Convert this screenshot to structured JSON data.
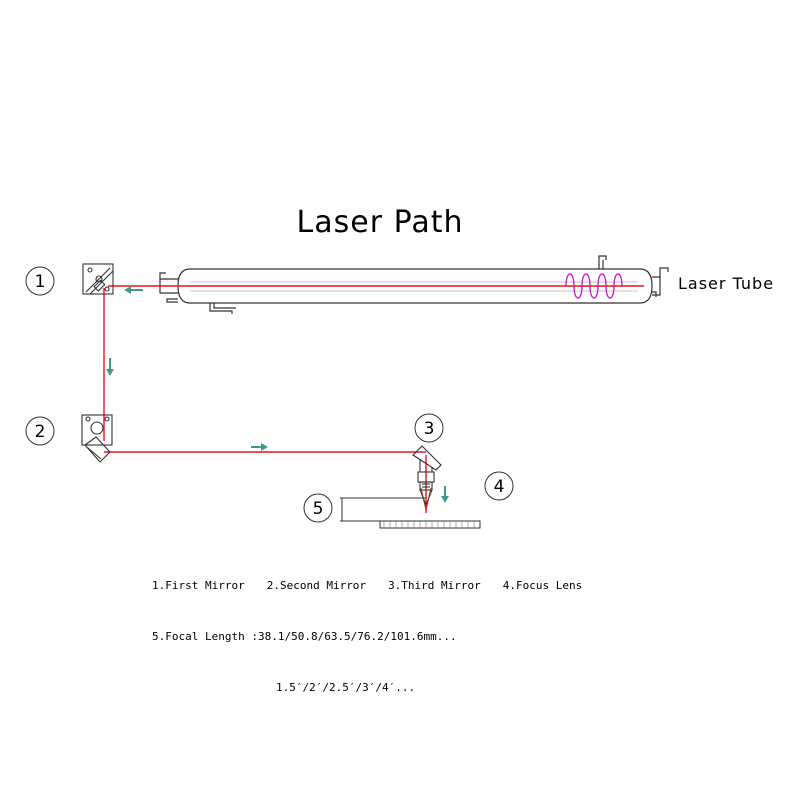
{
  "title": "Laser Path",
  "tube_label": "Laser Tube",
  "markers": [
    "1",
    "2",
    "3",
    "4",
    "5"
  ],
  "legend": {
    "items": [
      "1.First Mirror",
      "2.Second Mirror",
      "3.Third Mirror",
      "4.Focus Lens"
    ],
    "focal_length_label": "5.Focal Length",
    "focal_length_mm": ":38.1/50.8/63.5/76.2/101.6mm...",
    "focal_length_in": "1.5′/2′/2.5′/3′/4′..."
  },
  "colors": {
    "beam": "#e8151b",
    "arrow": "#3e9a8c",
    "coil": "#d020d0",
    "line": "#333333"
  }
}
